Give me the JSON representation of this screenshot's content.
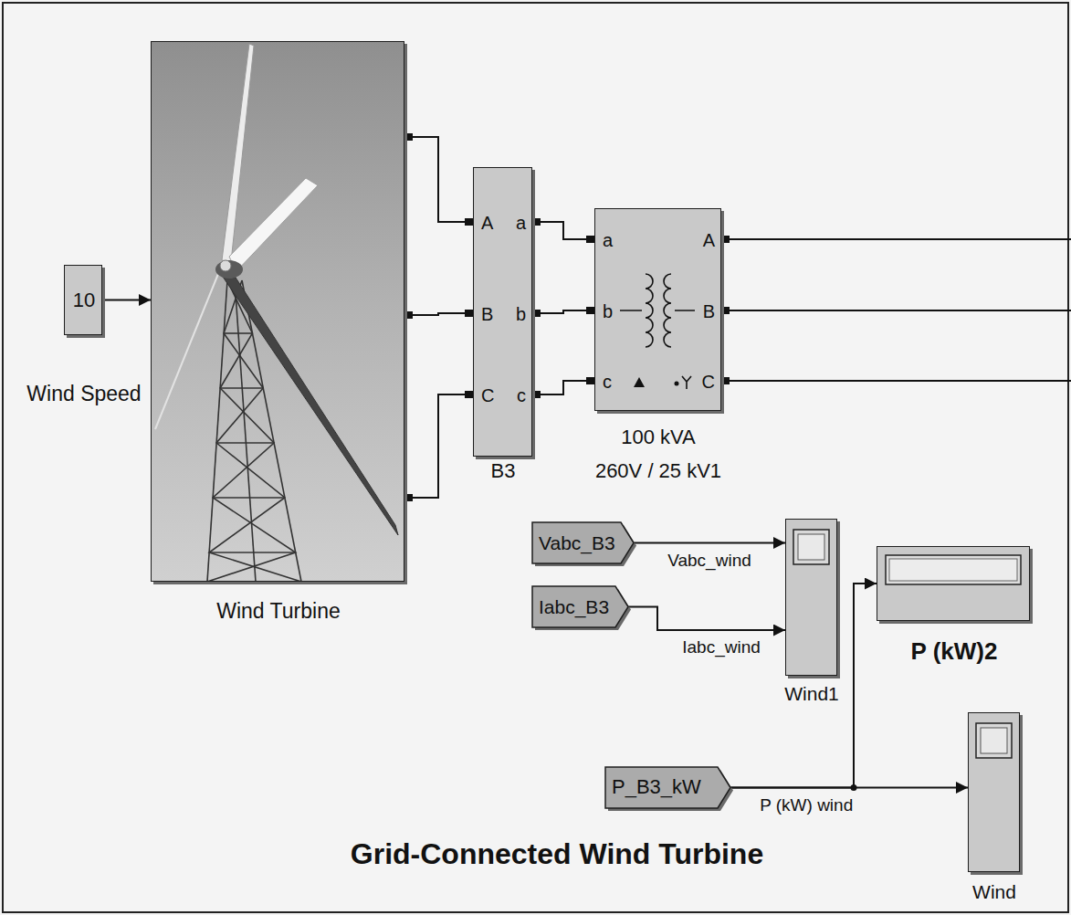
{
  "diagram": {
    "title": "Grid-Connected Wind Turbine",
    "nodes": [
      {
        "text": [
          "10",
          "Wind Speed"
        ]
      },
      {
        "text": [
          "Wind Turbine"
        ]
      },
      {
        "text": [
          "A",
          "B",
          "C",
          "a",
          "b",
          "c",
          "B3"
        ]
      },
      {
        "text": [
          "a",
          "b",
          "c",
          "A",
          "B",
          "C",
          "100 kVA",
          "260V / 25 kV1"
        ]
      },
      {
        "text": [
          "Vabc_B3"
        ]
      },
      {
        "text": [
          "Iabc_B3"
        ]
      },
      {
        "text": [
          "Wind1"
        ]
      },
      {
        "text": [
          "P (kW)2"
        ]
      },
      {
        "text": [
          "P_B3_kW"
        ]
      },
      {
        "text": [
          "Wind"
        ]
      }
    ],
    "edges": [
      {
        "from": 0,
        "to": 1,
        "arrow": "to"
      },
      {
        "from": 1,
        "to": 2,
        "arrow": "none"
      },
      {
        "from": 1,
        "to": 2,
        "arrow": "none"
      },
      {
        "from": 1,
        "to": 2,
        "arrow": "none"
      },
      {
        "from": 2,
        "to": 3,
        "arrow": "none"
      },
      {
        "from": 2,
        "to": 3,
        "arrow": "none"
      },
      {
        "from": 2,
        "to": 3,
        "arrow": "none"
      },
      {
        "from": 4,
        "to": 6,
        "arrow": "to",
        "label": "Vabc_wind"
      },
      {
        "from": 5,
        "to": 6,
        "arrow": "to",
        "label": "Iabc_wind"
      },
      {
        "from": 8,
        "to": 9,
        "arrow": "to",
        "label": "P (kW) wind"
      },
      {
        "from": 8,
        "to": 7,
        "arrow": "to"
      }
    ]
  }
}
